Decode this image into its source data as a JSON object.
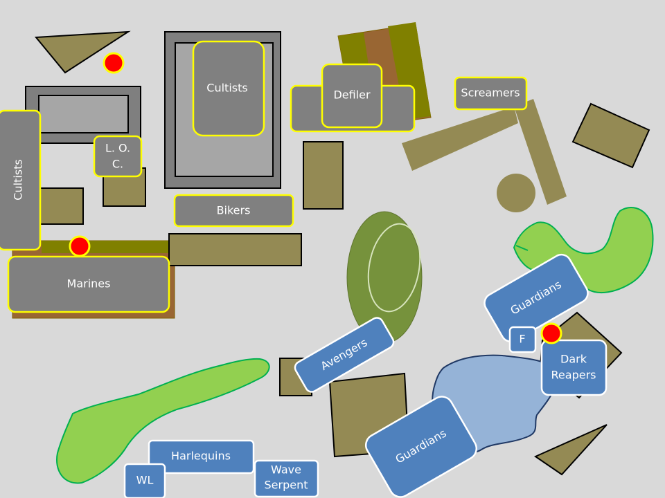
{
  "colors": {
    "background": "#d9d9d9",
    "terrain_olive": "#948a54",
    "forest_green": "#92d050",
    "forest_stroke": "#00b050",
    "hill_green": "#76923c",
    "building_grey": "#7f7f7f",
    "building_inner": "#a6a6a6",
    "chaos_unit_fill": "#808080",
    "chaos_unit_stroke": "#ffff00",
    "eldar_unit_fill": "#4f81bd",
    "eldar_unit_stroke": "#ffffff",
    "water_blue": "#95b3d7",
    "objective_red": "#ff0000",
    "crop_orange": "#996633",
    "crop_green": "#808000"
  },
  "chaos_units": {
    "cultists_left": "Cultists",
    "cultists_building": "Cultists",
    "loc_line1": "L. O.",
    "loc_line2": "C.",
    "bikers": "Bikers",
    "marines": "Marines",
    "defiler": "Defiler",
    "screamers": "Screamers"
  },
  "eldar_units": {
    "avengers": "Avengers",
    "guardians_right": "Guardians",
    "guardians_bottom": "Guardians",
    "f": "F",
    "dark_reapers_line1": "Dark",
    "dark_reapers_line2": "Reapers",
    "harlequins": "Harlequins",
    "wl": "WL",
    "wave_serpent_line1": "Wave",
    "wave_serpent_line2": "Serpent"
  }
}
